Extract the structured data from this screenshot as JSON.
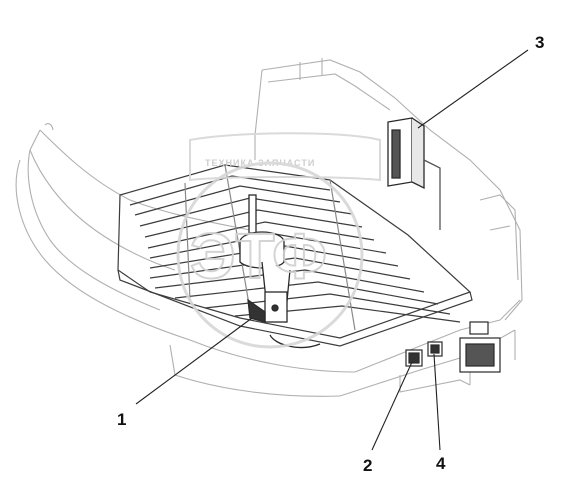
{
  "diagram": {
    "callouts": [
      {
        "id": "1",
        "label": "1"
      },
      {
        "id": "2",
        "label": "2"
      },
      {
        "id": "3",
        "label": "3"
      },
      {
        "id": "4",
        "label": "4"
      }
    ],
    "watermark": {
      "top_text": "ТЕХНИКА   ЗАПЧАСТИ",
      "logo_text": "ЭТФ"
    },
    "colors": {
      "line": "#4a4a4a",
      "faint": "#b8b8b8",
      "watermark": "#d0d0d0",
      "background": "#ffffff"
    }
  }
}
